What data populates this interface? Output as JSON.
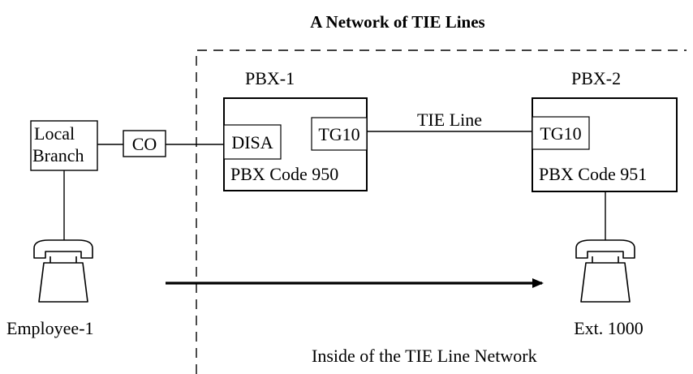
{
  "title": "A Network of TIE Lines",
  "pbx1": {
    "name": "PBX-1",
    "code": "PBX Code 950",
    "disa": "DISA",
    "trunk_group": "TG10"
  },
  "pbx2": {
    "name": "PBX-2",
    "code": "PBX Code 951",
    "trunk_group": "TG10"
  },
  "tie_line_label": "TIE Line",
  "local_branch": {
    "line1": "Local",
    "line2": "Branch"
  },
  "co_label": "CO",
  "employee_label": "Employee-1",
  "extension_label": "Ext. 1000",
  "network_region_label": "Inside of the TIE Line Network",
  "icons": {
    "employee_phone": "telephone-icon",
    "extension_phone": "telephone-icon",
    "call_arrow": "arrow-right-icon"
  }
}
